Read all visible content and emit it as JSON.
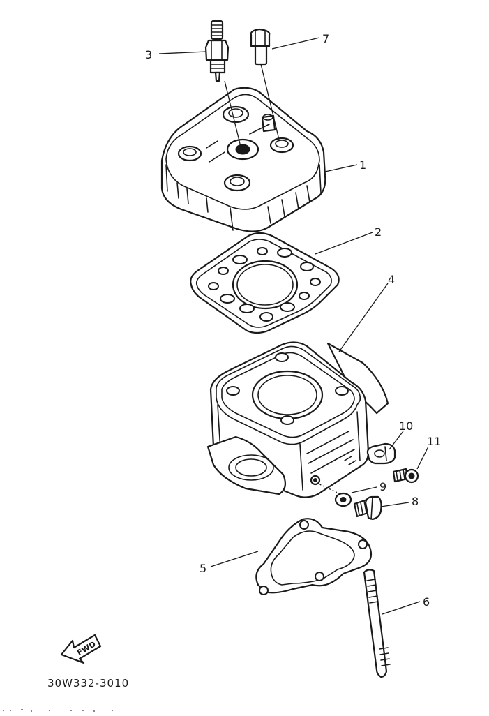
{
  "diagram": {
    "callouts": [
      {
        "id": "1",
        "label": "1"
      },
      {
        "id": "2",
        "label": "2"
      },
      {
        "id": "3",
        "label": "3"
      },
      {
        "id": "4",
        "label": "4"
      },
      {
        "id": "5",
        "label": "5"
      },
      {
        "id": "6",
        "label": "6"
      },
      {
        "id": "7",
        "label": "7"
      },
      {
        "id": "8",
        "label": "8"
      },
      {
        "id": "9",
        "label": "9"
      },
      {
        "id": "10",
        "label": "10"
      },
      {
        "id": "11",
        "label": "11"
      }
    ],
    "fwd_label": "FWD",
    "drawing_code": "30W332-3010",
    "colors": {
      "line": "#1a1a1a",
      "background": "#ffffff"
    }
  }
}
